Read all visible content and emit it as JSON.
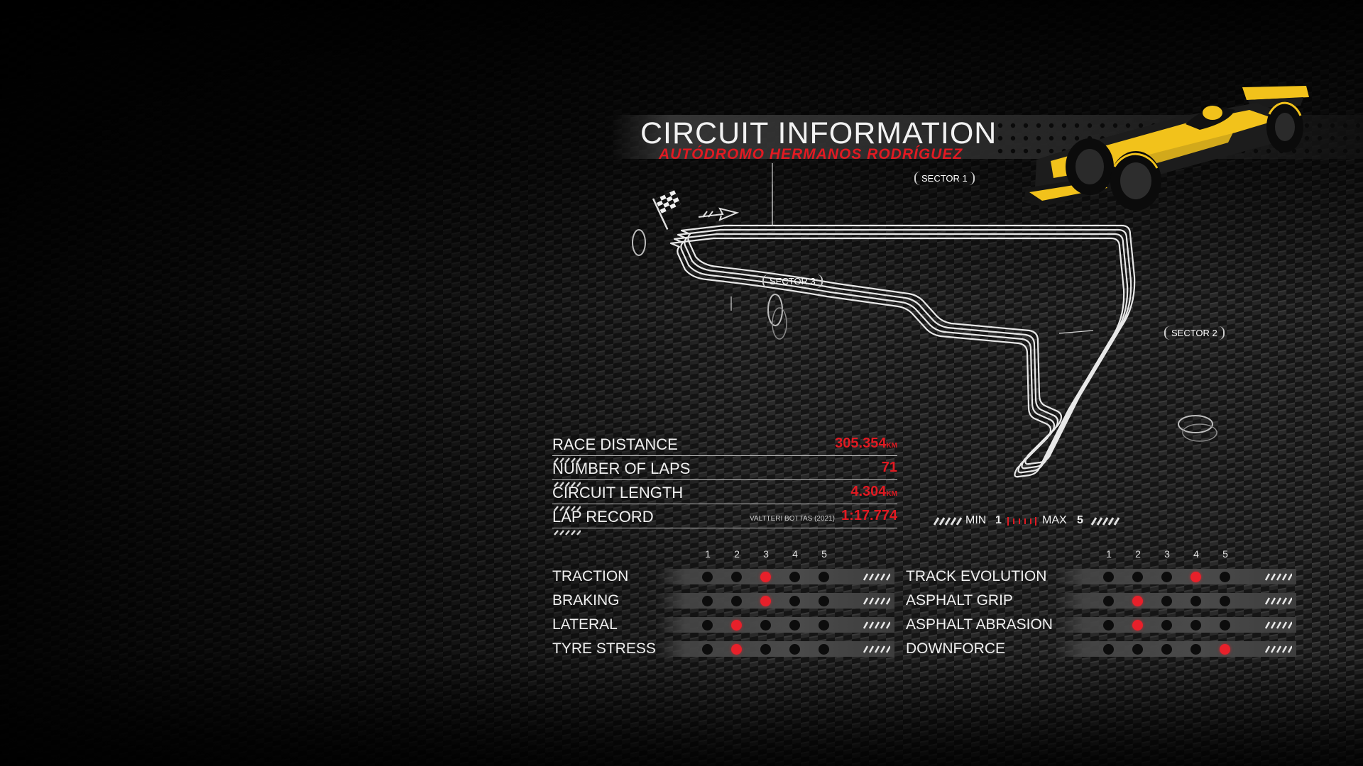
{
  "header": {
    "title": "CIRCUIT INFORMATION",
    "subtitle": "AUTÓDROMO HERMANOS RODRÍGUEZ"
  },
  "track": {
    "sectors": [
      "SECTOR 1",
      "SECTOR 2",
      "SECTOR 3"
    ],
    "start_icon": "checkered-flag-icon",
    "direction_icon": "arrow-right-icon"
  },
  "stats": [
    {
      "label": "RACE DISTANCE",
      "value": "305.354",
      "unit": "KM",
      "holder": ""
    },
    {
      "label": "NUMBER OF LAPS",
      "value": "71",
      "unit": "",
      "holder": ""
    },
    {
      "label": "CIRCUIT LENGTH",
      "value": "4.304",
      "unit": "KM",
      "holder": ""
    },
    {
      "label": "LAP RECORD",
      "value": "1:17.774",
      "unit": "",
      "holder": "VALTTERI BOTTAS (2021)"
    }
  ],
  "scale": {
    "min_label": "MIN",
    "min_value": "1",
    "max_label": "MAX",
    "max_value": "5"
  },
  "rating_scale": [
    "1",
    "2",
    "3",
    "4",
    "5"
  ],
  "ratings_left": [
    {
      "label": "TRACTION",
      "level": 3
    },
    {
      "label": "BRAKING",
      "level": 3
    },
    {
      "label": "LATERAL",
      "level": 2
    },
    {
      "label": "TYRE STRESS",
      "level": 2
    }
  ],
  "ratings_right": [
    {
      "label": "TRACK EVOLUTION",
      "level": 4
    },
    {
      "label": "ASPHALT GRIP",
      "level": 2
    },
    {
      "label": "ASPHALT ABRASION",
      "level": 2
    },
    {
      "label": "DOWNFORCE",
      "level": 5
    }
  ],
  "colors": {
    "accent": "#e11a22",
    "text": "#f0f0f0",
    "car_yellow": "#f2c21b"
  }
}
